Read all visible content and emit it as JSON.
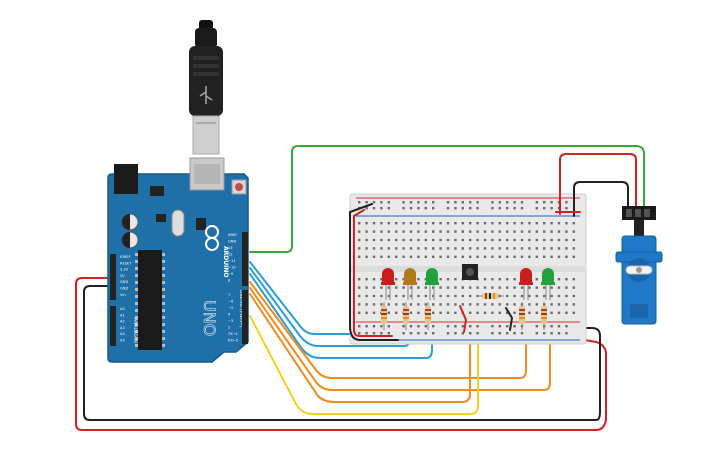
{
  "board": {
    "brand": "ARDUINO",
    "model": "UNO",
    "digital_label": "DIGITAL (PWM~)",
    "analog_label": "ANALOG IN",
    "top_header": [
      "AREF",
      "GND",
      "13",
      "12",
      "~11",
      "~10",
      "~9",
      "8"
    ],
    "bottom_header": [
      "7",
      "~6",
      "~5",
      "4",
      "~3",
      "2",
      "TX→1",
      "RX←0"
    ],
    "power_pins": [
      "IOREF",
      "RESET",
      "3.3V",
      "5V",
      "GND",
      "GND",
      "Vin"
    ],
    "analog_pins": [
      "A0",
      "A1",
      "A2",
      "A3",
      "A4",
      "A5"
    ]
  },
  "colors": {
    "board": "#1f6fa8",
    "board_dark": "#175a8a",
    "breadboard": "#e9e9e9",
    "rail_red": "#e02b2b",
    "rail_blue": "#1f5fbf",
    "wire_red": "#d42121",
    "wire_black": "#222222",
    "wire_green": "#3aa83a",
    "wire_blue": "#2a9fd6",
    "wire_orange": "#f28a1d",
    "wire_yellow": "#f2d21d",
    "led_red": "#c81e1e",
    "led_amber": "#b07a1a",
    "led_green": "#1ea33c",
    "servo": "#1f78c8"
  },
  "components": {
    "leds": [
      {
        "color": "red"
      },
      {
        "color": "amber"
      },
      {
        "color": "green"
      },
      {
        "color": "red"
      },
      {
        "color": "green"
      }
    ],
    "resistors": 6,
    "button": "pushbutton",
    "servo": "micro servo",
    "usb": "usb-cable"
  }
}
